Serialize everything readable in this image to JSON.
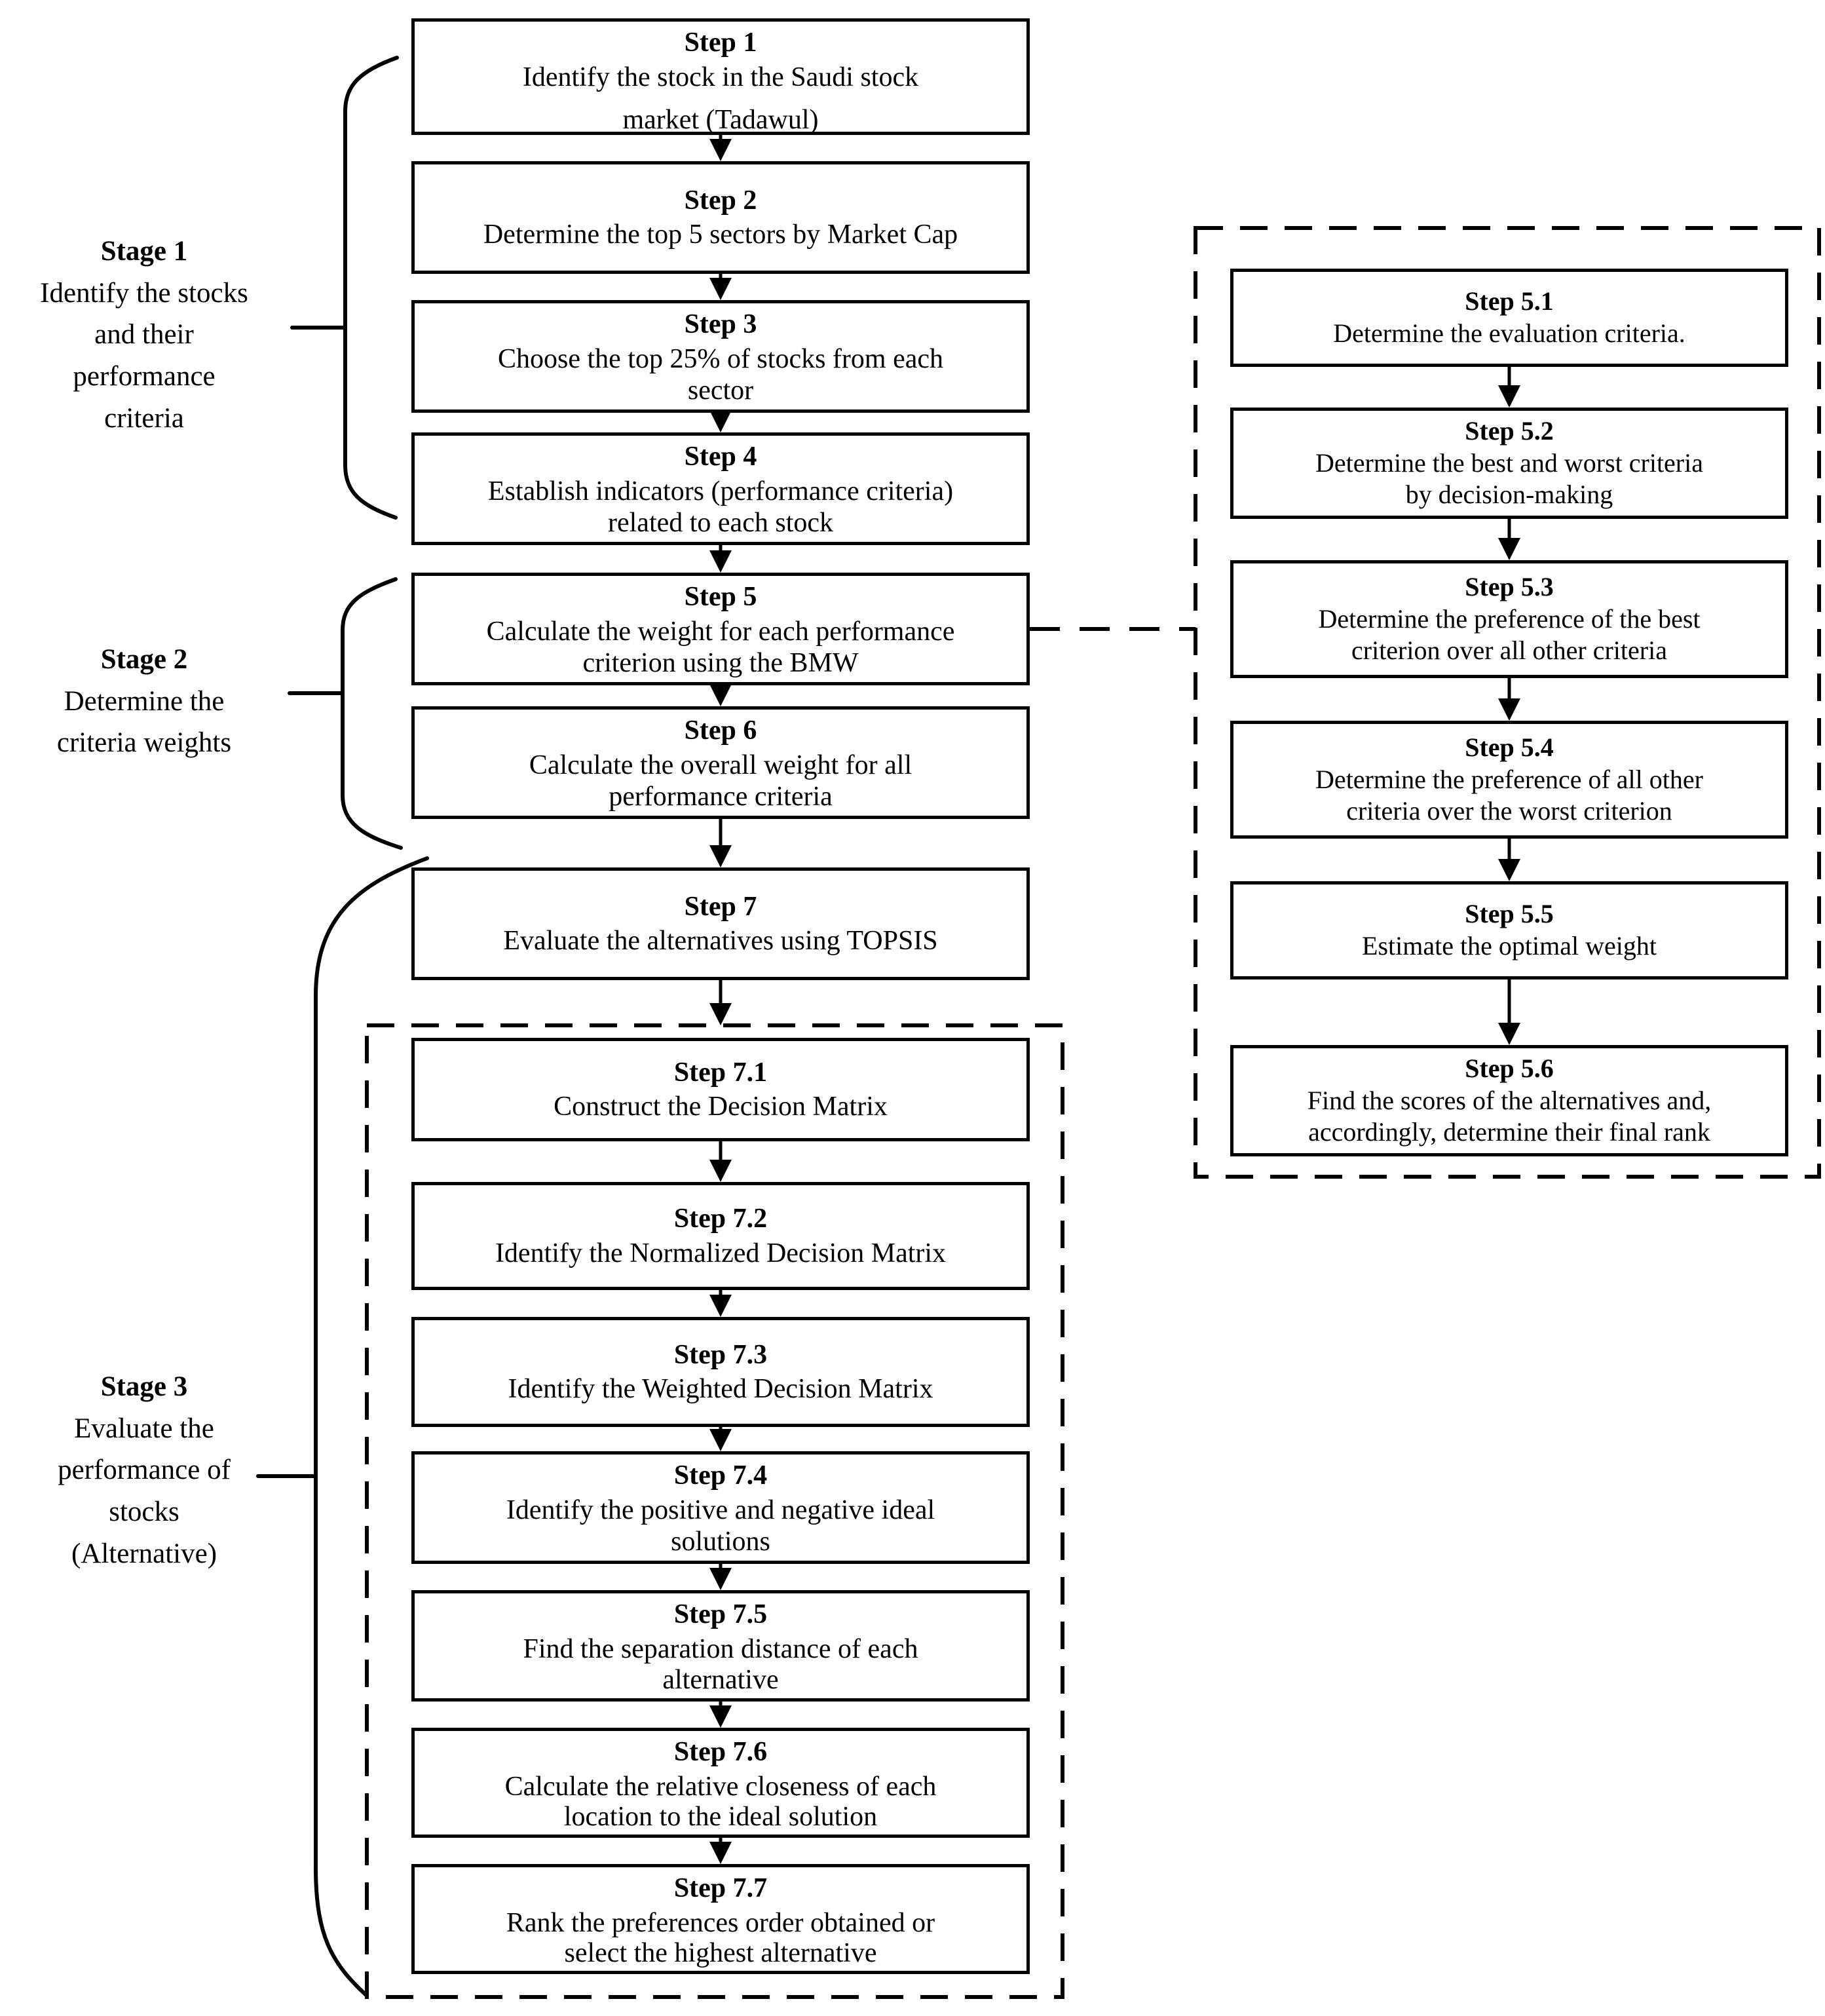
{
  "colors": {
    "ink": "#000000",
    "background": "#ffffff"
  },
  "stages": [
    {
      "title": "Stage 1",
      "lines": [
        "Identify the stocks",
        "and their",
        "performance",
        "criteria"
      ]
    },
    {
      "title": "Stage 2",
      "lines": [
        "Determine the",
        "criteria weights"
      ]
    },
    {
      "title": "Stage 3",
      "lines": [
        "Evaluate the",
        "performance of",
        "stocks",
        "(Alternative)"
      ]
    }
  ],
  "main_steps": [
    {
      "title": "Step 1",
      "lines": [
        "Identify the stock in the Saudi stock",
        "market (Tadawul)"
      ]
    },
    {
      "title": "Step 2",
      "lines": [
        "Determine the top 5 sectors by Market Cap"
      ]
    },
    {
      "title": "Step 3",
      "lines": [
        "Choose the top 25% of stocks from each",
        "sector"
      ]
    },
    {
      "title": "Step 4",
      "lines": [
        "Establish indicators (performance criteria)",
        "related to each stock"
      ]
    },
    {
      "title": "Step 5",
      "lines": [
        "Calculate the weight for each performance",
        "criterion using the BMW"
      ]
    },
    {
      "title": "Step 6",
      "lines": [
        "Calculate the overall weight for all",
        "performance criteria"
      ]
    },
    {
      "title": "Step 7",
      "lines": [
        "Evaluate the alternatives using TOPSIS"
      ]
    }
  ],
  "topsis_steps": [
    {
      "title": "Step 7.1",
      "lines": [
        "Construct the Decision Matrix"
      ]
    },
    {
      "title": "Step 7.2",
      "lines": [
        "Identify the Normalized Decision Matrix"
      ]
    },
    {
      "title": "Step 7.3",
      "lines": [
        "Identify the Weighted Decision Matrix"
      ]
    },
    {
      "title": "Step 7.4",
      "lines": [
        "Identify the positive and negative ideal",
        "solutions"
      ]
    },
    {
      "title": "Step 7.5",
      "lines": [
        "Find the separation distance of each",
        "alternative"
      ]
    },
    {
      "title": "Step 7.6",
      "lines": [
        "Calculate the relative closeness of each",
        "location to the ideal solution"
      ]
    },
    {
      "title": "Step 7.7",
      "lines": [
        "Rank the preferences order obtained or",
        "select the highest alternative"
      ]
    }
  ],
  "bwm_steps": [
    {
      "title": "Step 5.1",
      "lines": [
        "Determine the evaluation criteria."
      ]
    },
    {
      "title": "Step 5.2",
      "lines": [
        "Determine the best and worst criteria",
        "by decision-making"
      ]
    },
    {
      "title": "Step 5.3",
      "lines": [
        "Determine the preference of the best",
        "criterion over all other criteria"
      ]
    },
    {
      "title": "Step 5.4",
      "lines": [
        "Determine the preference of all other",
        "criteria over the worst criterion"
      ]
    },
    {
      "title": "Step 5.5",
      "lines": [
        "Estimate the optimal weight"
      ]
    },
    {
      "title": "Step 5.6",
      "lines": [
        "Find the scores of the alternatives and,",
        "accordingly, determine their final rank"
      ]
    }
  ]
}
